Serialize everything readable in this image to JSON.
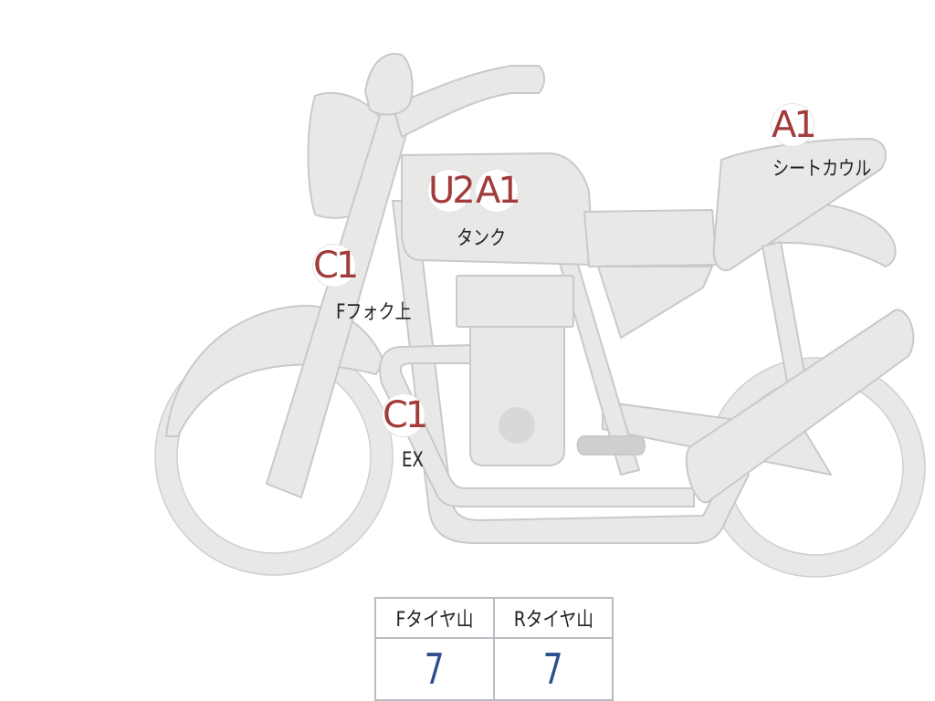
{
  "markers": [
    {
      "id": "seat-cowl",
      "code": "A1",
      "label": "シートカウル"
    },
    {
      "id": "tank",
      "codes": [
        "U2",
        "A1"
      ],
      "label": "タンク"
    },
    {
      "id": "front-fork-upper",
      "code": "C1",
      "label": "Fフォク上"
    },
    {
      "id": "exhaust",
      "code": "C1",
      "label": "EX"
    }
  ],
  "tire_tread": {
    "headers": [
      "Fタイヤ山",
      "Rタイヤ山"
    ],
    "values": [
      "7",
      "7"
    ]
  },
  "colors": {
    "bike_fill": "#e8e8e6",
    "bike_outline": "#c9c9c7",
    "marker_text": "#a23b3b",
    "tread_value": "#2e4f8e",
    "table_border": "#b9bcc2"
  }
}
